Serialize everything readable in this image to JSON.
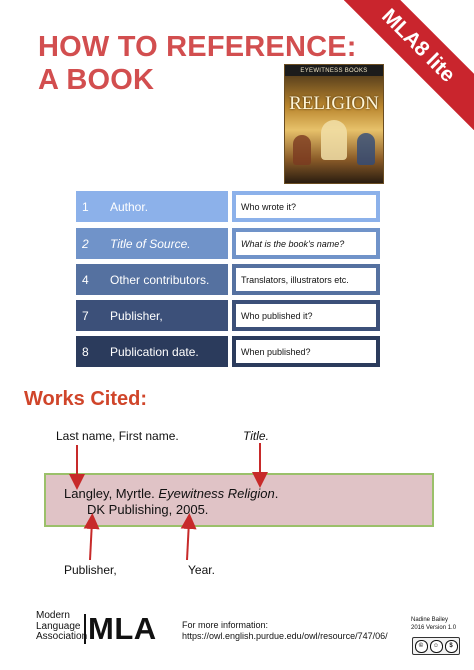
{
  "ribbon": {
    "text": "MLA8 lite",
    "color": "#c9252d"
  },
  "title": {
    "line1": "HOW TO REFERENCE:",
    "line2": "A BOOK",
    "color": "#d24e4f"
  },
  "book_cover": {
    "header": "EYEWITNESS BOOKS",
    "title": "RELIGION"
  },
  "steps": [
    {
      "num": "1",
      "label": "Author.",
      "hint": "Who wrote it?",
      "color": "#8cb1ea",
      "italic": false
    },
    {
      "num": "2",
      "label": "Title of Source.",
      "hint": "What is the book's name?",
      "color": "#7093c9",
      "italic": true
    },
    {
      "num": "4",
      "label": "Other contributors.",
      "hint": "Translators, illustrators etc.",
      "color": "#5571a0",
      "italic": false
    },
    {
      "num": "7",
      "label": "Publisher,",
      "hint": "Who published it?",
      "color": "#3c5079",
      "italic": false
    },
    {
      "num": "8",
      "label": "Publication date.",
      "hint": "When published?",
      "color": "#2b3b5c",
      "italic": false
    }
  ],
  "works_cited": {
    "heading": "Works Cited:",
    "labels": {
      "name": "Last name, First name.",
      "title": "Title.",
      "publisher": "Publisher,",
      "year": "Year."
    },
    "citation": {
      "author": "Langley, Myrtle.",
      "title": "Eyewitness Religion",
      "period": ".",
      "line2": "DK Publishing, 2005."
    }
  },
  "footer": {
    "org_line1": "Modern",
    "org_line2": "Language",
    "org_line3": "Association",
    "logo": "MLA",
    "more_label": "For more information:",
    "more_url": "https://owl.english.purdue.edu/owl/resource/747/06/",
    "author": "Nadine Bailey",
    "version": "2016 Version 1.0",
    "license_icons": [
      "cc-icon",
      "by-icon",
      "nc-icon"
    ]
  }
}
